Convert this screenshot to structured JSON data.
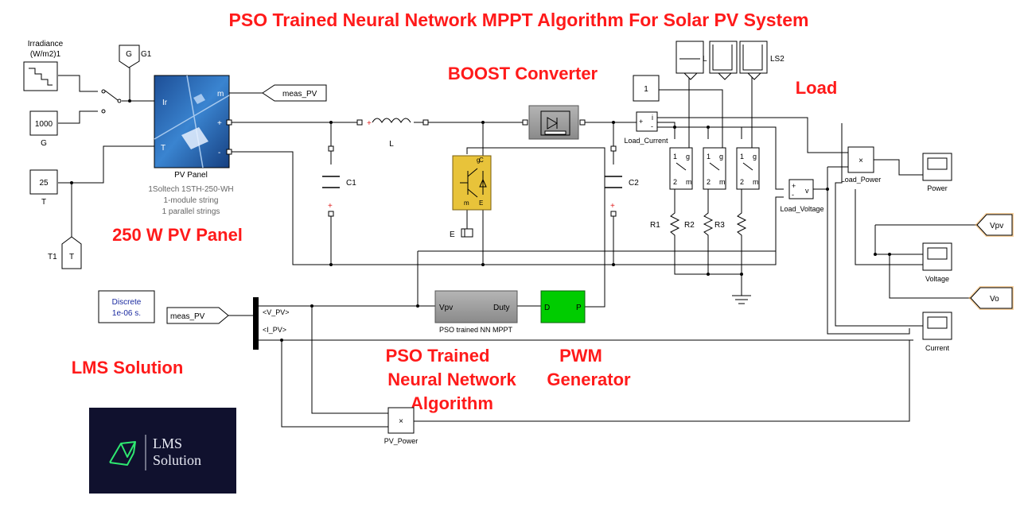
{
  "title": "PSO Trained Neural Network MPPT Algorithm For Solar PV System",
  "annotations": {
    "boost": "BOOST Converter",
    "load": "Load",
    "pv_panel": "250 W PV Panel",
    "lms": "LMS Solution",
    "pso_line1": "PSO Trained",
    "pso_line2": "Neural Network",
    "pso_line3": "Algorithm",
    "pwm_line1": "PWM",
    "pwm_line2": "Generator"
  },
  "blocks": {
    "irradiance_label_1": "Irradiance",
    "irradiance_label_2": "(W/m2)1",
    "g_const_value": "1000",
    "g_const_label": "G",
    "g1_goto": "G",
    "g1_label": "G1",
    "t_const_value": "25",
    "t_const_label": "T",
    "t1_goto": "T",
    "t1_label": "T1",
    "pv_panel_name": "PV Panel",
    "pv_panel_desc1": "1Soltech 1STH-250-WH",
    "pv_panel_desc2": "1-module string",
    "pv_panel_desc3": "1 parallel strings",
    "pv_port_ir": "Ir",
    "pv_port_t": "T",
    "pv_port_m": "m",
    "pv_port_plus": "+",
    "pv_port_minus": "-",
    "meas_pv_goto": "meas_PV",
    "meas_pv_from": "meas_PV",
    "inductor_label": "L",
    "c1_label": "C1",
    "c2_label": "C2",
    "igbt_e_label": "E",
    "const_1_value": "1",
    "switch_ls_label": "LS2",
    "switch_l_label": "L",
    "load_current_label": "Load_Current",
    "load_voltage_label": "Load_Voltage",
    "load_power_label": "Load_Power",
    "r1_label": "R1",
    "r2_label": "R2",
    "r3_label": "R3",
    "scope_power": "Power",
    "scope_voltage": "Voltage",
    "scope_current": "Current",
    "vpv_goto": "Vpv",
    "vo_goto": "Vo",
    "powergui_1": "Discrete",
    "powergui_2": "1e-06 s.",
    "bus_v_pv": "<V_PV>",
    "bus_i_pv": "<I_PV>",
    "mppt_in": "Vpv",
    "mppt_out": "Duty",
    "mppt_label": "PSO trained NN MPPT",
    "pwm_in": "D",
    "pwm_out": "P",
    "pv_power_label": "PV_Power",
    "product_symbol": "×",
    "logo_line1": "LMS",
    "logo_line2": "Solution"
  },
  "colors": {
    "title_red": "#ff1a1a",
    "mppt_gray": "#a0a0a0",
    "pwm_green": "#00cc00",
    "igbt_yellow": "#e8c33a",
    "pv_blue": "#2b6cb8",
    "logo_bg": "#10112e",
    "logo_green": "#2ee870",
    "goto_glow": "#f5a642"
  }
}
